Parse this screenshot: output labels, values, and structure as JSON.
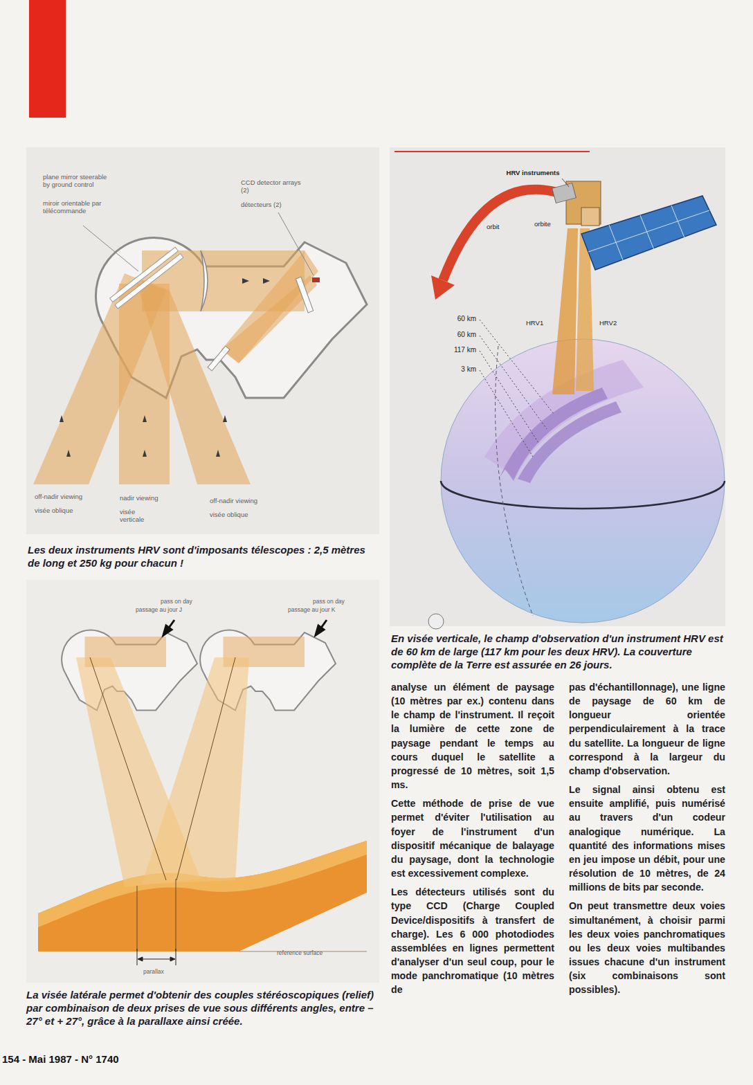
{
  "diagram": {
    "labels": [
      "plane mirror steerable by ground control",
      "miroir orientable par télécommande",
      "CCD detector arrays (2)",
      "détecteurs (2)",
      "off-nadir viewing",
      "visée oblique",
      "nadir viewing",
      "visée verticale",
      "off-nadir viewing",
      "visée oblique",
      "Les deux instruments HRV sont d'imposants télescopes : 2,5 mètres de long et 250 kg pour chacun !",
      "HRV instruments",
      "orbit",
      "orbite",
      "HRV1",
      "HRV2",
      "60 km",
      "60 km",
      "117 km",
      "3 km",
      "En visée verticale, le champ d'observation d'un instrument HRV est de 60 km de large (117 km pour les deux HRV). La couverture complète de la Terre est assurée en 26 jours.",
      "pass on day",
      "passage au jour J",
      "pass on day",
      "passage au jour K",
      "reference surface",
      "parallax",
      "La visée latérale permet d'obtenir des couples stéréoscopiques (relief) par combinaison de deux prises de vue sous différents angles, entre – 27° et + 27°, grâce à la parallaxe ainsi créée.",
      "analyse un élément de paysage (10 mètres par ex.) contenu dans le champ de l'instrument. Il reçoit la lumière de cette zone de paysage pendant le temps au cours duquel le satellite a progressé de 10 mètres, soit 1,5 ms.",
      "Cette méthode de prise de vue permet d'éviter l'utilisation au foyer de l'instrument d'un dispositif mécanique de balayage du paysage, dont la technologie est excessivement complexe.",
      "Les détecteurs utilisés sont du type CCD (Charge Coupled Device/dispositifs à transfert de charge). Les 6 000 photodiodes assemblées en lignes permettent d'analyser d'un seul coup, pour le mode panchromatique (10 mètres de",
      "pas d'échantillonnage), une ligne de paysage de 60 km de longueur orientée perpendiculairement à la trace du satellite. La longueur de ligne correspond à la largeur du champ d'observation.",
      "Le signal ainsi obtenu est ensuite amplifié, puis numérisé au travers d'un codeur analogique numérique. La quantité des informations mises en jeu impose un débit, pour une résolution de 10 mètres, de 24 millions de bits par seconde.",
      "On peut transmettre deux voies simultanément, à choisir parmi les deux voies panchromatiques ou les deux voies multibandes issues chacune d'un instrument (six combinaisons sont possibles).",
      "154 - Mai 1987 - N° 1740"
    ]
  }
}
